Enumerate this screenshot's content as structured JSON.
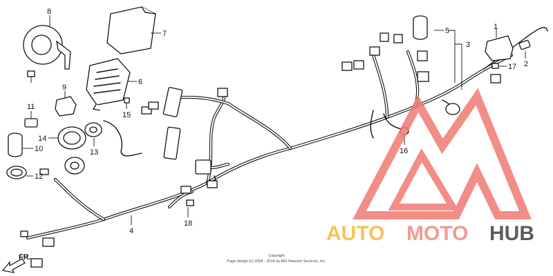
{
  "callouts": {
    "n1": "1",
    "n2": "2",
    "n3": "3",
    "n4": "4",
    "n5": "5",
    "n6": "6",
    "n7": "7",
    "n8": "8",
    "n9": "9",
    "n10": "10",
    "n11": "11",
    "n12": "12",
    "n13": "13",
    "n14": "14",
    "n15": "15",
    "n16": "16",
    "n17": "17",
    "n18": "18"
  },
  "direction_label": "FR.",
  "copyright": {
    "line1": "Copyright",
    "line2": "Page design (c) 2004 - 2014 by ARI Network Services, Inc."
  },
  "watermark": {
    "part1": "AUTO",
    "part2": "MOTO",
    "part3": "HUB",
    "color1": "#f5c45a",
    "color2": "#f29b8f",
    "color3": "#5b5b5b",
    "logo_color": "#f07a73"
  }
}
